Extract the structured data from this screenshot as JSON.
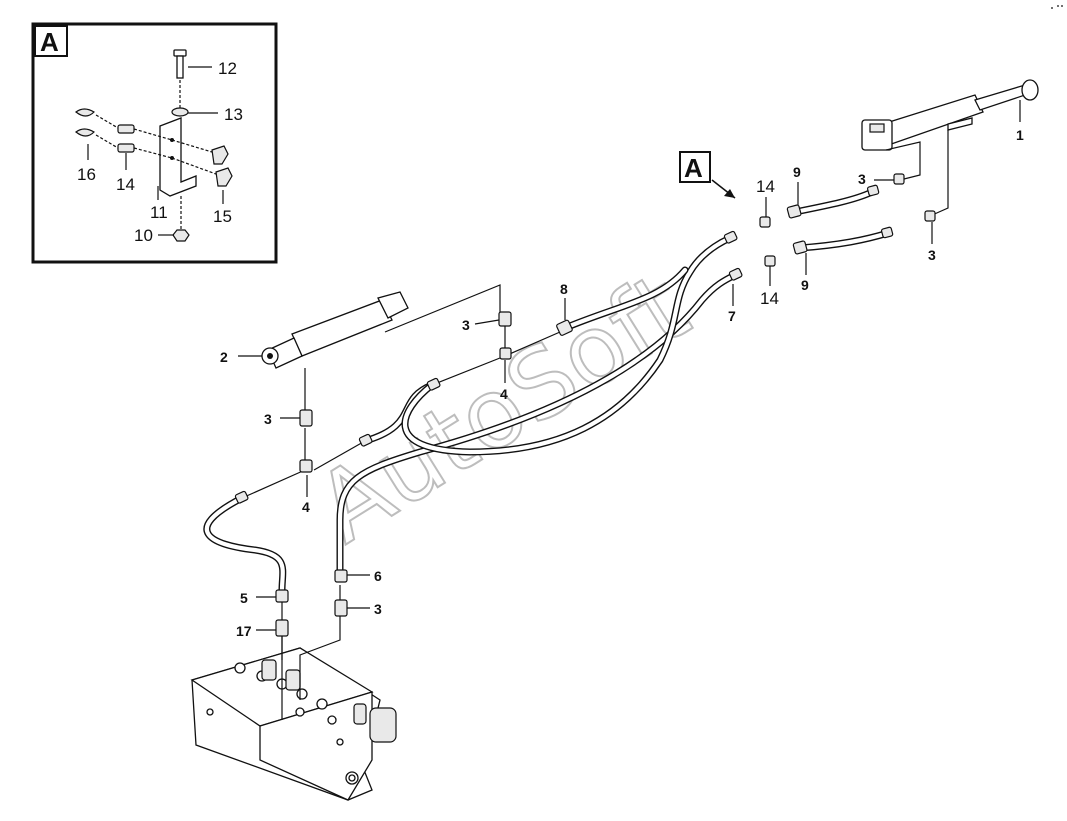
{
  "inset": {
    "view_label": "A",
    "callouts": {
      "c12": "12",
      "c13": "13",
      "c16": "16",
      "c14": "14",
      "c11": "11",
      "c15": "15",
      "c10": "10"
    }
  },
  "view_marker": {
    "label": "A"
  },
  "callouts": {
    "c1": "1",
    "c2": "2",
    "c3a": "3",
    "c3b": "3",
    "c3c": "3",
    "c3d": "3",
    "c3e": "3",
    "c4a": "4",
    "c4b": "4",
    "c5": "5",
    "c6": "6",
    "c7": "7",
    "c8": "8",
    "c9a": "9",
    "c9b": "9",
    "c14a": "14",
    "c14b": "14",
    "c17": "17"
  },
  "watermark": "AutoSoft"
}
